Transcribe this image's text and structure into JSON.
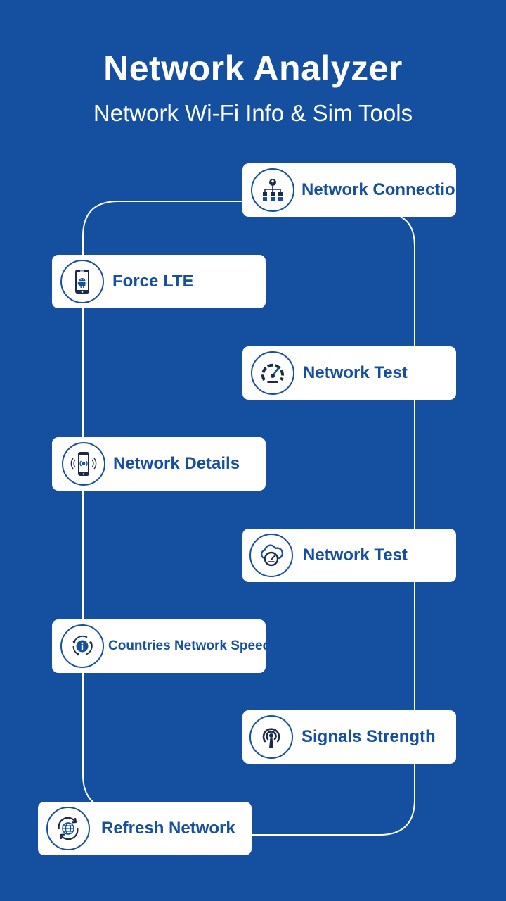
{
  "header": {
    "title": "Network Analyzer",
    "subtitle": "Network Wi-Fi Info & Sim Tools"
  },
  "features": [
    {
      "label": "Network Connection",
      "icon": "network-hierarchy-icon"
    },
    {
      "label": "Force LTE",
      "icon": "android-phone-icon"
    },
    {
      "label": "Network Test",
      "icon": "speedometer-icon"
    },
    {
      "label": "Network Details",
      "icon": "phone-signal-icon"
    },
    {
      "label": "Network Test",
      "icon": "cloud-gauge-icon"
    },
    {
      "label": "Countries Network Speed",
      "icon": "info-globe-icon"
    },
    {
      "label": "Signals Strength",
      "icon": "signal-tower-icon"
    },
    {
      "label": "Refresh Network",
      "icon": "globe-refresh-icon"
    }
  ],
  "colors": {
    "background": "#1550a0",
    "card": "#ffffff",
    "accent": "#1550a0",
    "icon_dark": "#1b2a4a"
  }
}
